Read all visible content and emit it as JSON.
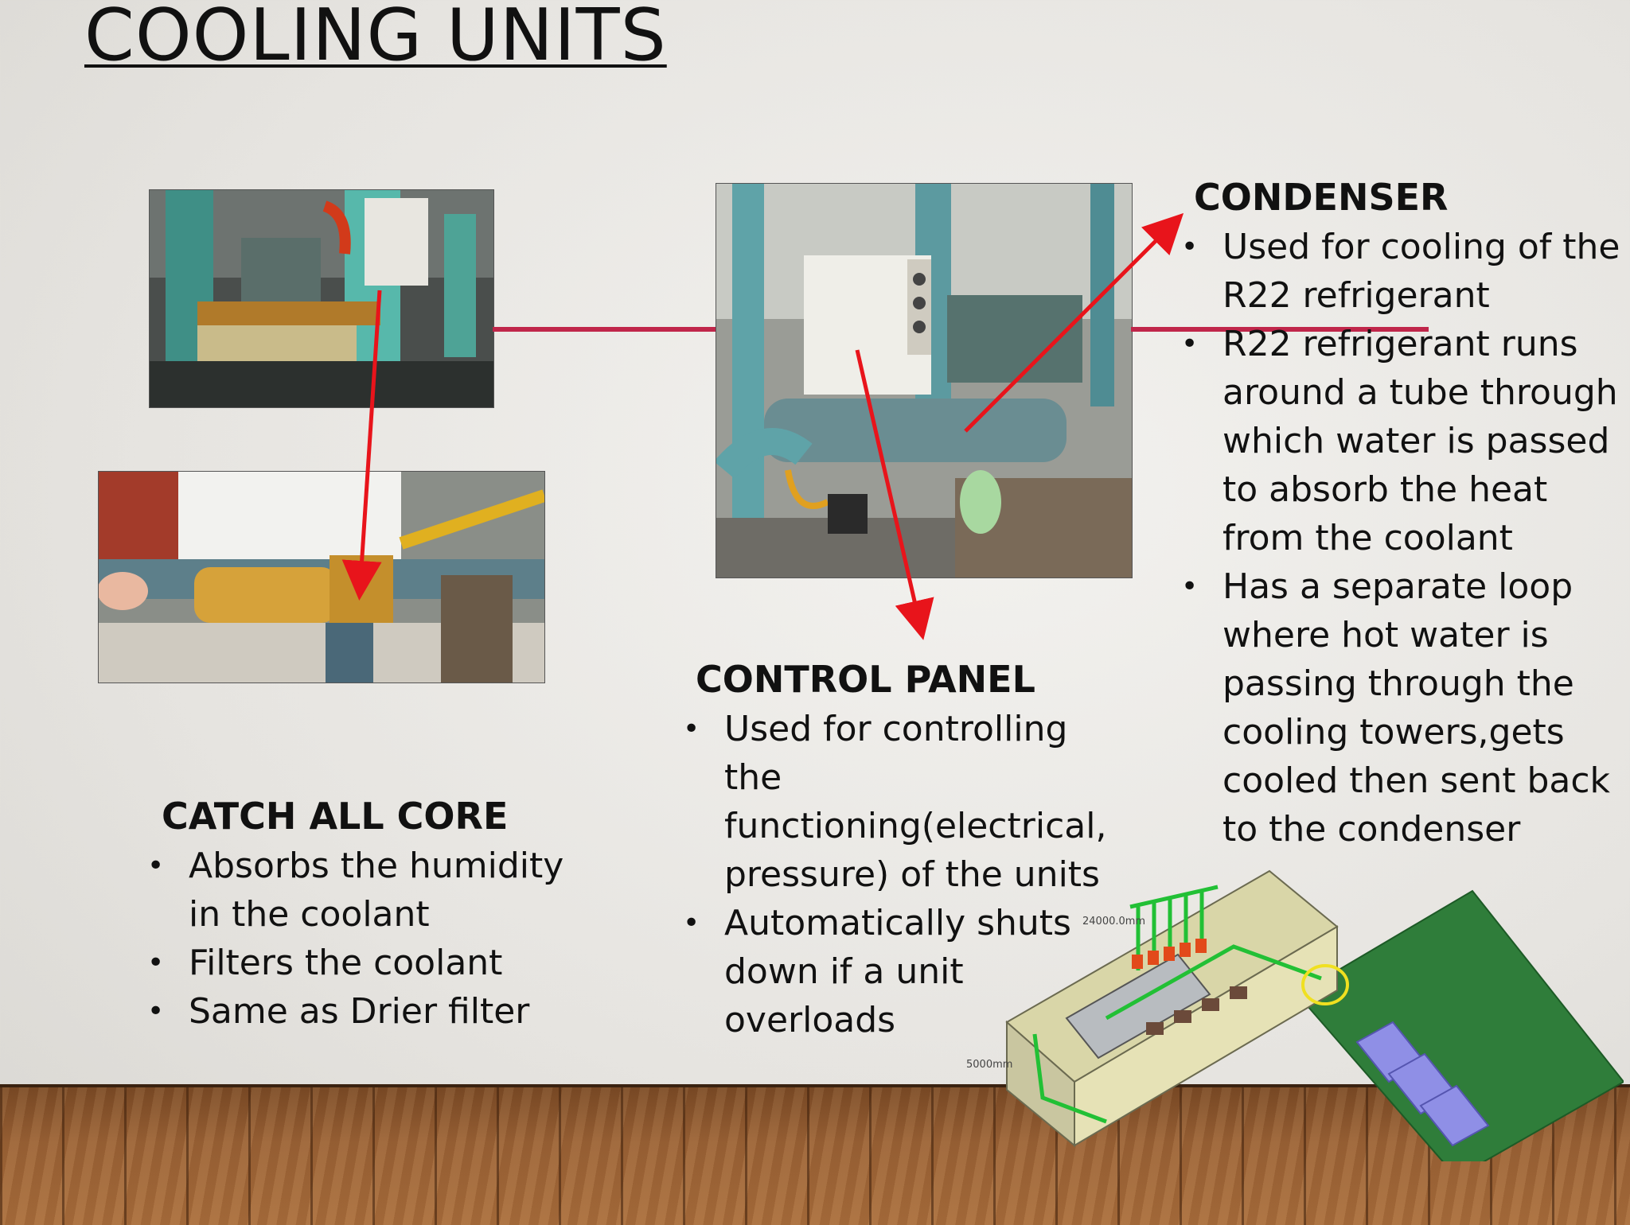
{
  "slide": {
    "title": "COOLING UNITS"
  },
  "catch_all_core": {
    "heading": "CATCH ALL CORE",
    "bullets": [
      "Absorbs the humidity in the coolant",
      "Filters the coolant",
      "Same as Drier filter"
    ]
  },
  "control_panel": {
    "heading": "CONTROL PANEL",
    "bullets": [
      "Used for controlling the functioning(electrical, pressure) of the units",
      "Automatically shuts down if a unit overloads"
    ]
  },
  "condenser": {
    "heading": "CONDENSER",
    "bullets": [
      "Used for cooling of the R22 refrigerant",
      "R22 refrigerant runs around a tube through which water is passed to absorb the heat from the coolant",
      "Has a separate loop where hot water is passing through the cooling towers,gets cooled then sent back to the condenser"
    ]
  },
  "layout_diagram": {
    "dim_width": "24000.0mm",
    "dim_height": "5000mm"
  },
  "colors": {
    "connector_line": "#c0264a",
    "arrow": "#e8141b",
    "highlight_circle": "#f0e020"
  }
}
